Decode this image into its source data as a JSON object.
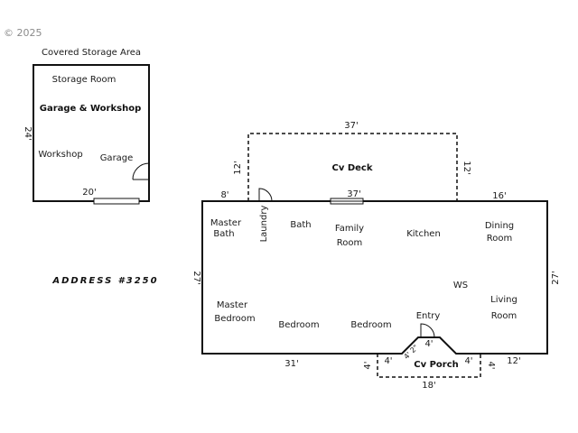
{
  "copyright": "© 2025",
  "outbuilding": {
    "covered_storage_label": "Covered Storage Area",
    "storage_room": "Storage Room",
    "garage_workshop": "Garage & Workshop",
    "workshop": "Workshop",
    "garage": "Garage",
    "dim_height": "24'",
    "dim_width": "20'"
  },
  "address": "ADDRESS #3250",
  "deck": {
    "label": "Cv Deck",
    "dim_top": "37'",
    "dim_bottom": "37'",
    "dim_left": "12'",
    "dim_right": "12'"
  },
  "house": {
    "dim_top_left": "8'",
    "dim_top_right": "16'",
    "dim_left": "27'",
    "dim_right": "27'",
    "dim_bottom_left": "31'",
    "dim_bottom_right": "12'"
  },
  "rooms": {
    "master_bath_1": "Master",
    "master_bath_2": "Bath",
    "laundry": "Laundry",
    "bath": "Bath",
    "family_room_1": "Family",
    "family_room_2": "Room",
    "kitchen": "Kitchen",
    "dining_room_1": "Dining",
    "dining_room_2": "Room",
    "ws": "WS",
    "living_room_1": "Living",
    "living_room_2": "Room",
    "master_bedroom_1": "Master",
    "master_bedroom_2": "Bedroom",
    "bedroom_1": "Bedroom",
    "bedroom_2": "Bedroom",
    "entry": "Entry"
  },
  "porch": {
    "label": "Cv Porch",
    "dim_left_side": "4'",
    "dim_left_top": "4'",
    "dim_diag": "4' 2\"",
    "dim_center": "4'",
    "dim_right_top": "4'",
    "dim_right_side": "4'",
    "dim_bottom": "18'"
  }
}
